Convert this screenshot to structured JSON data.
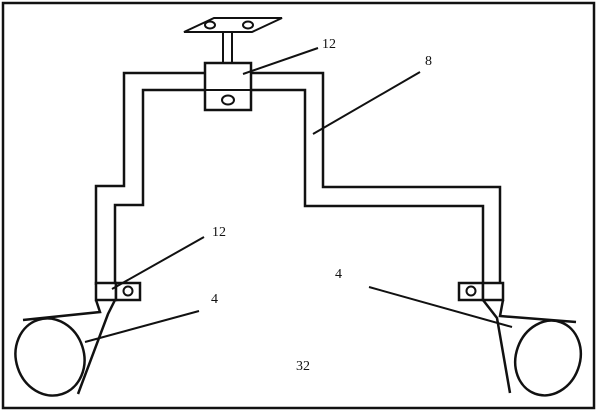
{
  "labels": {
    "top_clamp": "12",
    "arm": "8",
    "side_clamp": "12",
    "left_lamp": "4",
    "right_lamp": "4",
    "base": "32"
  },
  "colors": {
    "ink": "#111111",
    "paper": "#ffffff"
  }
}
